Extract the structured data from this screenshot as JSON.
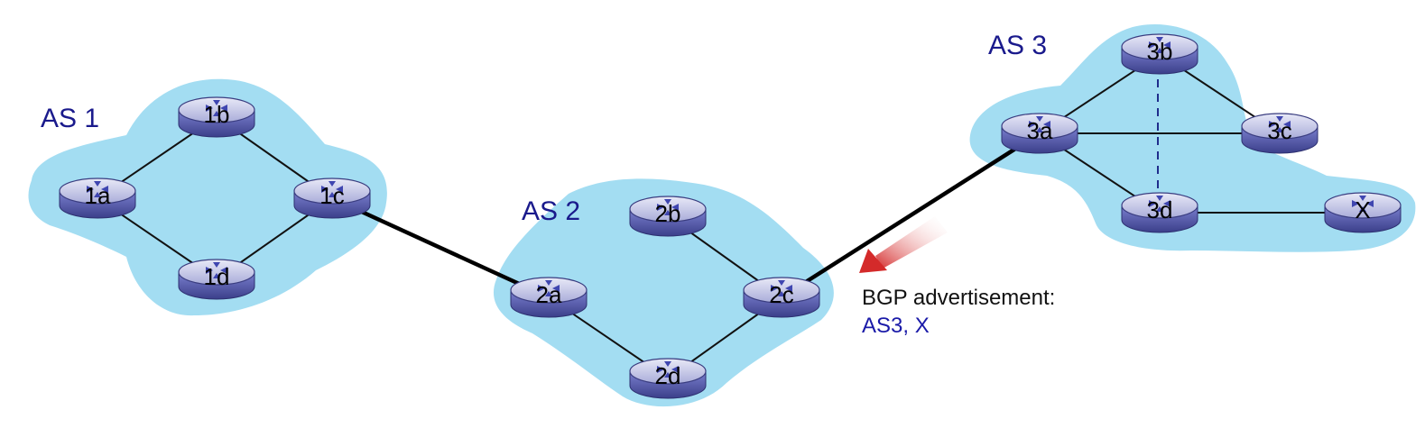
{
  "as_labels": {
    "as1": "AS 1",
    "as2": "AS 2",
    "as3": "AS 3"
  },
  "routers": {
    "r1a": "1a",
    "r1b": "1b",
    "r1c": "1c",
    "r1d": "1d",
    "r2a": "2a",
    "r2b": "2b",
    "r2c": "2c",
    "r2d": "2d",
    "r3a": "3a",
    "r3b": "3b",
    "r3c": "3c",
    "r3d": "3d",
    "rx": "X"
  },
  "advertisement": {
    "title": "BGP advertisement:",
    "path": "AS3, X"
  },
  "colors": {
    "as_cloud": "#a3ddf2",
    "as_label": "#1a1a8c",
    "router_fill": "#7a7fd1",
    "router_dark": "#3f438f",
    "link": "#111111",
    "ibgp_dashed": "#1f2d8c",
    "arrow": "#d42a2a"
  }
}
